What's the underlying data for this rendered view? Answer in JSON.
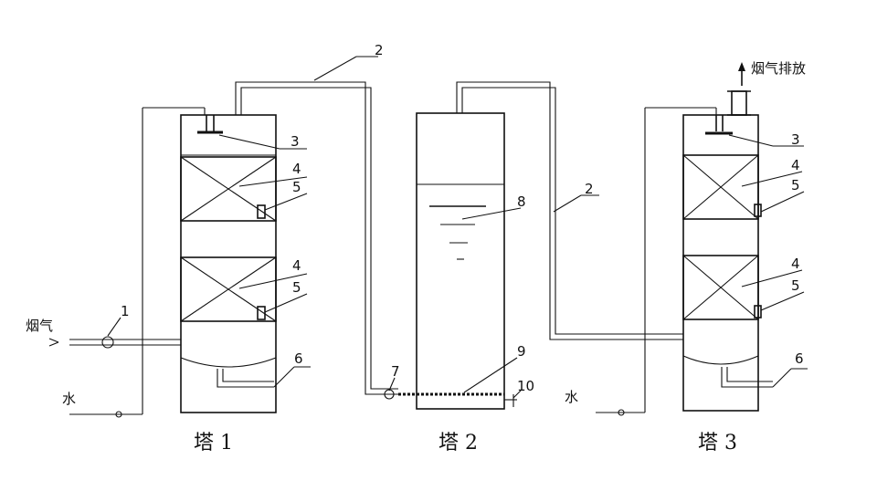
{
  "labels": {
    "flue_gas_in": "烟气",
    "water_1": "水",
    "water_3": "水",
    "exhaust": "烟气排放",
    "tower1": "塔 1",
    "tower2": "塔 2",
    "tower3": "塔 3"
  },
  "callouts": {
    "n1": "1",
    "n2a": "2",
    "n2b": "2",
    "n3a": "3",
    "n3b": "3",
    "n4a": "4",
    "n4b": "4",
    "n4c": "4",
    "n4d": "4",
    "n5a": "5",
    "n5b": "5",
    "n5c": "5",
    "n5d": "5",
    "n6a": "6",
    "n6b": "6",
    "n7": "7",
    "n8": "8",
    "n9": "9",
    "n10": "10"
  }
}
